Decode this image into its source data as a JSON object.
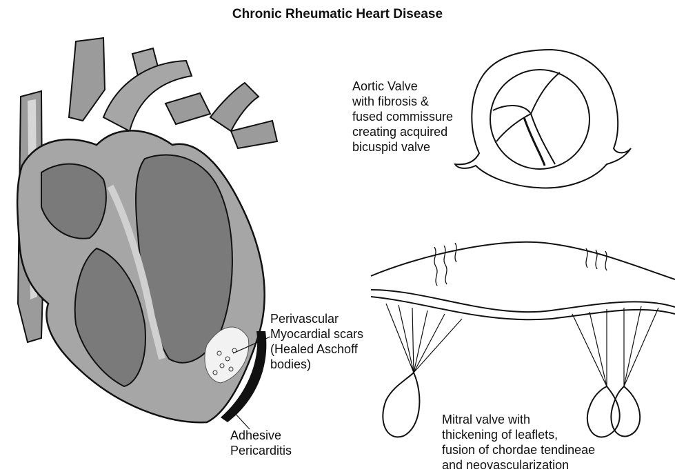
{
  "title": "Chronic Rheumatic Heart Disease",
  "labels": {
    "aortic_valve": "Aortic Valve\nwith fibrosis &\nfused commissure\ncreating acquired\nbicuspid valve",
    "myocardial_scars": "Perivascular\nMyocardial scars\n(Healed Aschoff\nbodies)",
    "pericarditis": "Adhesive\nPericarditis",
    "mitral_valve": "Mitral valve with\nthickening of leaflets,\nfusion of chordae tendineae\nand neovascularization"
  },
  "colors": {
    "outline": "#111111",
    "heart_dark": "#7a7a7a",
    "heart_mid": "#a6a6a6",
    "heart_light": "#d0d0d0",
    "vessel": "#9b9b9b",
    "scar": "#f2f2f2",
    "pericardium": "#111111"
  }
}
